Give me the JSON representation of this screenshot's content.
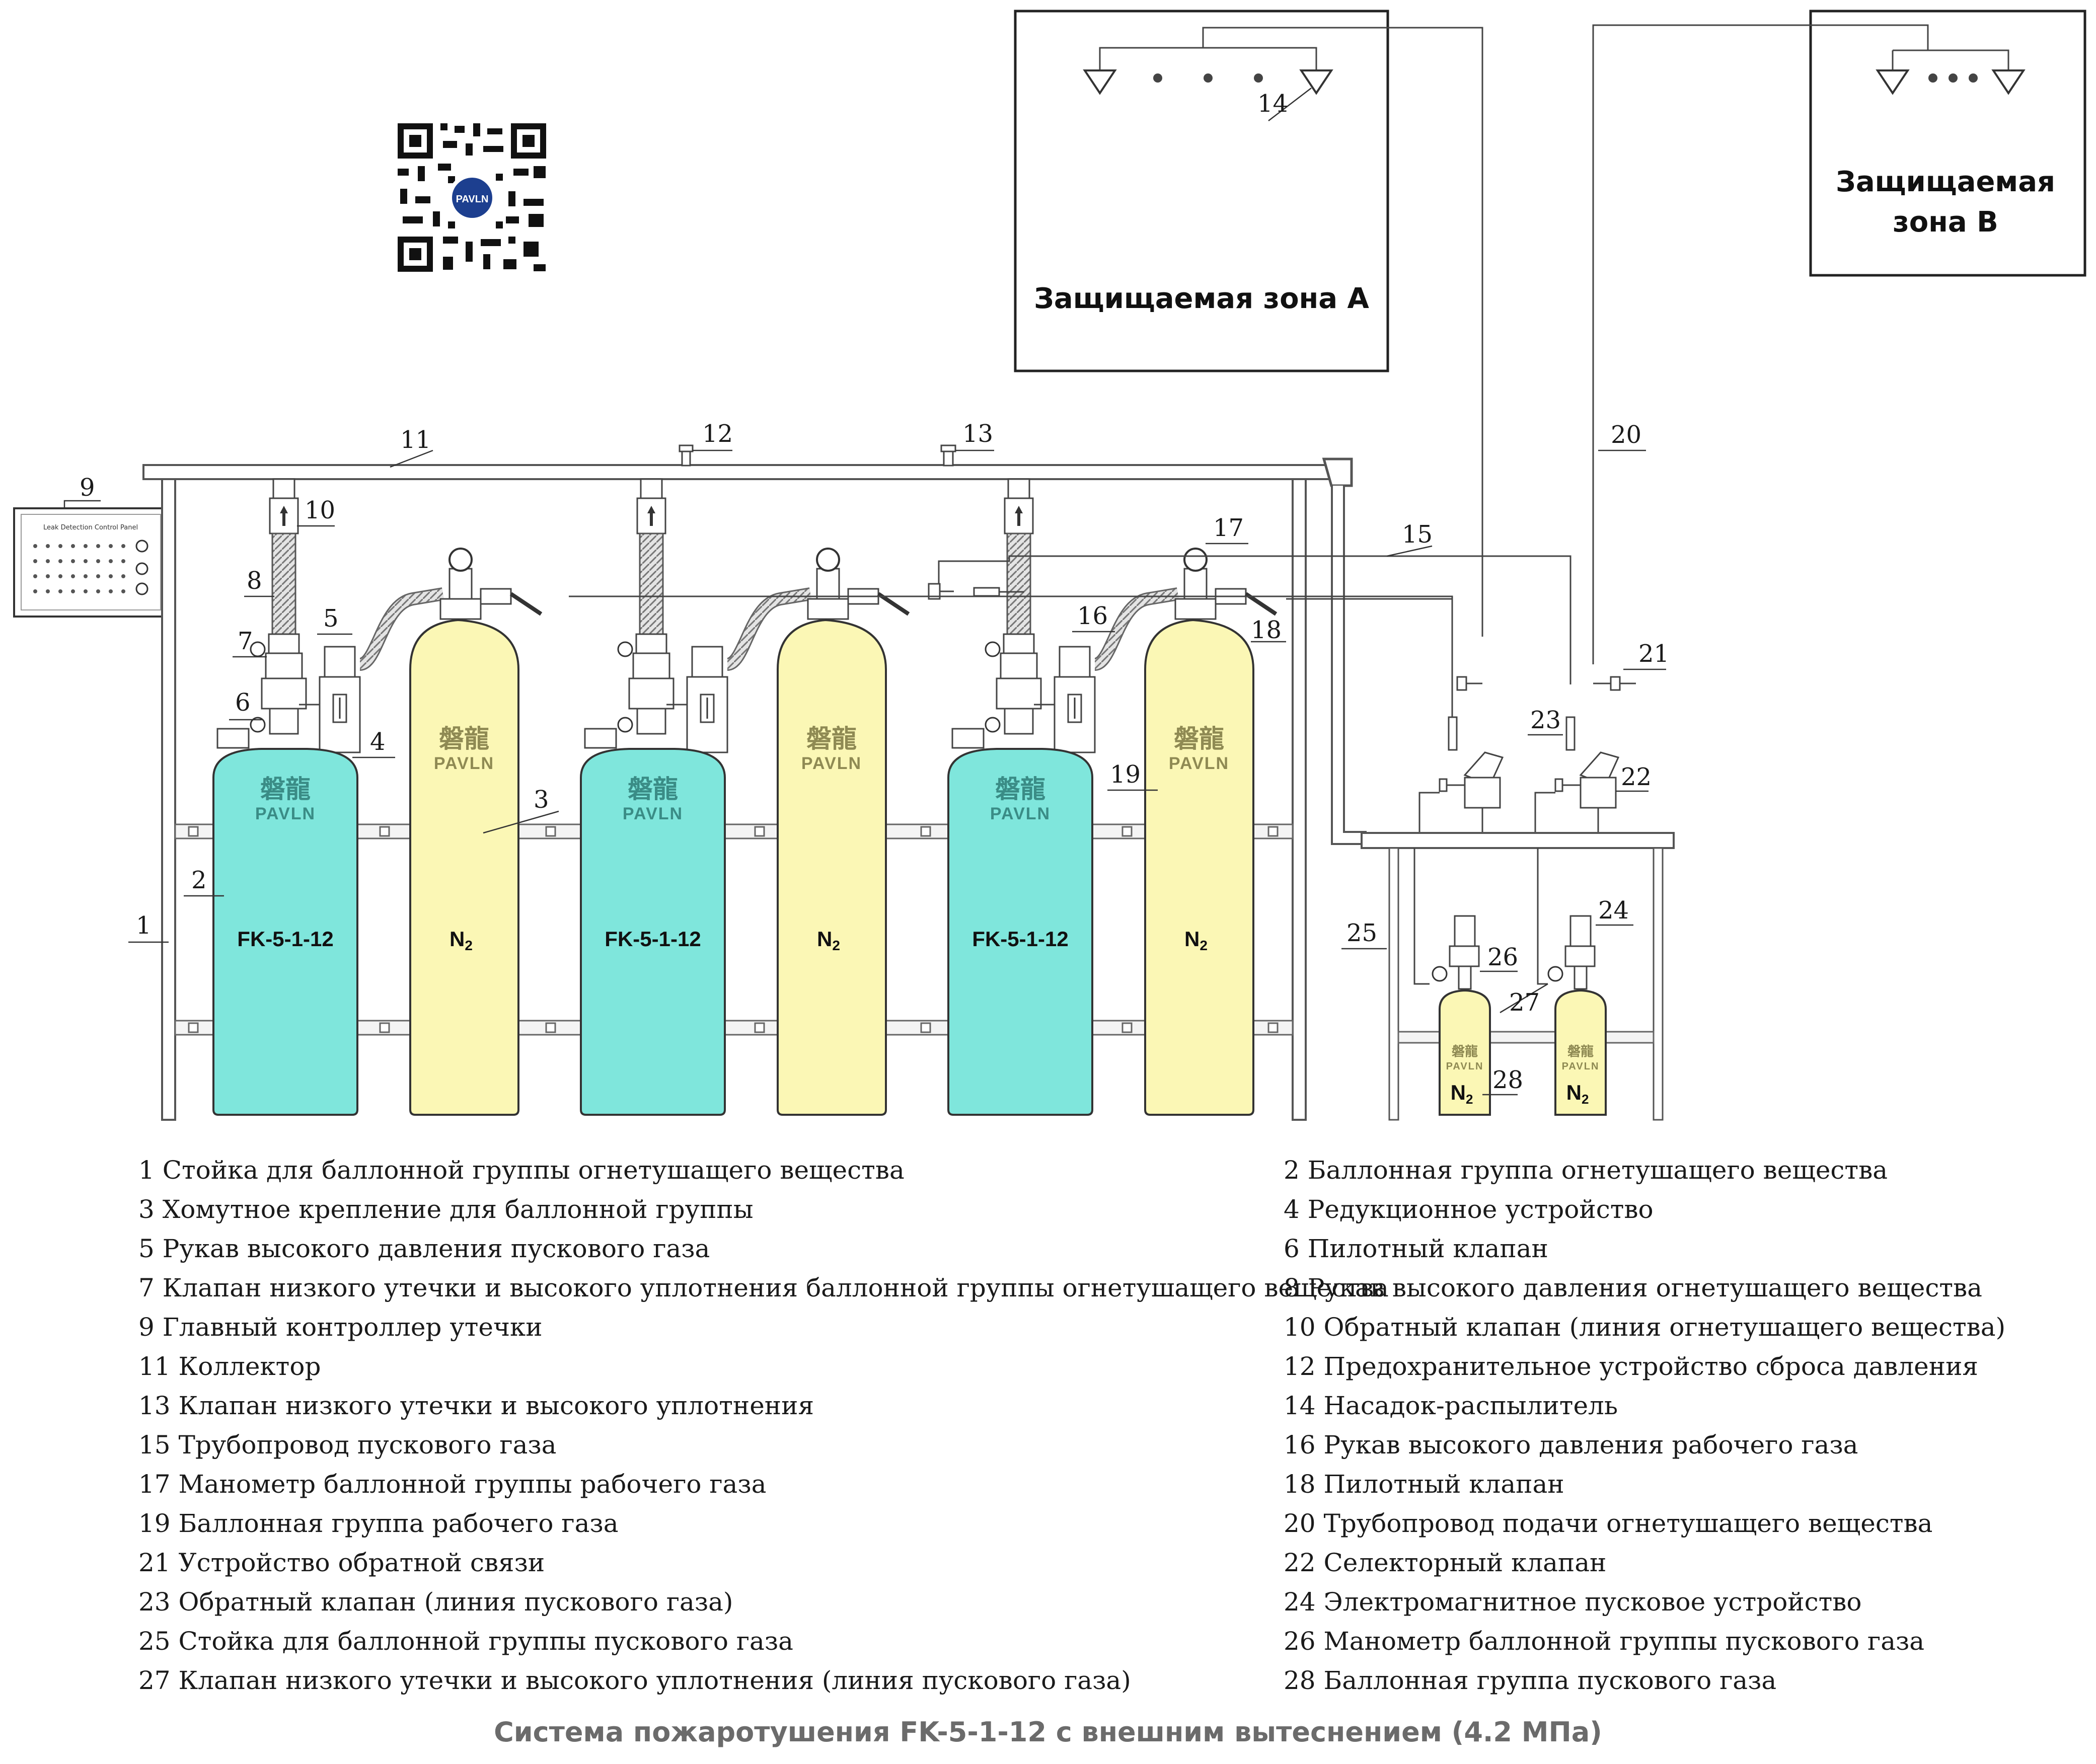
{
  "zones": {
    "zone_a": "Защищаемая зона A",
    "zone_b_line1": "Защищаемая",
    "zone_b_line2": "зона B"
  },
  "qr": {
    "logo_text": "PAVLN"
  },
  "controller": {
    "panel_title": "Leak Detection Control Panel"
  },
  "cylinders": {
    "agent_label": "FK-5-1-12",
    "n2_label_main": "N",
    "n2_label_sub": "2",
    "brand_cn": "磐龍",
    "brand_en": "PAVLN",
    "agent_color": "#7fe6dc",
    "n2_color": "#fbf7b5"
  },
  "callouts": {
    "c1": "1",
    "c2": "2",
    "c3": "3",
    "c4": "4",
    "c5": "5",
    "c6": "6",
    "c7": "7",
    "c8": "8",
    "c9": "9",
    "c10": "10",
    "c11": "11",
    "c12": "12",
    "c13": "13",
    "c14": "14",
    "c15": "15",
    "c16": "16",
    "c17": "17",
    "c18": "18",
    "c19": "19",
    "c20": "20",
    "c21": "21",
    "c22": "22",
    "c23": "23",
    "c24": "24",
    "c25": "25",
    "c26": "26",
    "c27": "27",
    "c28": "28"
  },
  "legend": {
    "left": [
      "1 Стойка для баллонной группы огнетушащего вещества",
      "3 Хомутное крепление для баллонной группы",
      "5 Рукав высокого давления пускового газа",
      "7 Клапан низкого утечки и высокого уплотнения баллонной группы огнетушащего вещества",
      "9 Главный контроллер утечки",
      "11 Коллектор",
      "13 Клапан низкого утечки и высокого уплотнения",
      "15 Трубопровод пускового газа",
      "17 Манометр баллонной группы рабочего газа",
      "19 Баллонная группа рабочего газа",
      "21 Устройство обратной связи",
      "23 Обратный клапан (линия пускового газа)",
      "25 Стойка для баллонной группы пускового газа",
      "27 Клапан низкого утечки и высокого уплотнения (линия пускового газа)"
    ],
    "right": [
      "2 Баллонная группа огнетушащего вещества",
      "4 Редукционное устройство",
      "6 Пилотный клапан",
      "8 Рукав высокого давления огнетушащего вещества",
      "10 Обратный клапан (линия огнетушащего вещества)",
      "12 Предохранительное устройство сброса давления",
      "14 Насадок-распылитель",
      "16 Рукав высокого давления рабочего газа",
      "18 Пилотный клапан",
      "20 Трубопровод подачи огнетушащего вещества",
      "22 Селекторный клапан",
      "24 Электромагнитное пусковое устройство",
      "26 Манометр баллонной группы пускового газа",
      "28 Баллонная группа пускового газа"
    ]
  },
  "caption": "Система пожаротушения FK-5-1-12 с внешним вытеснением (4.2 МПа)"
}
